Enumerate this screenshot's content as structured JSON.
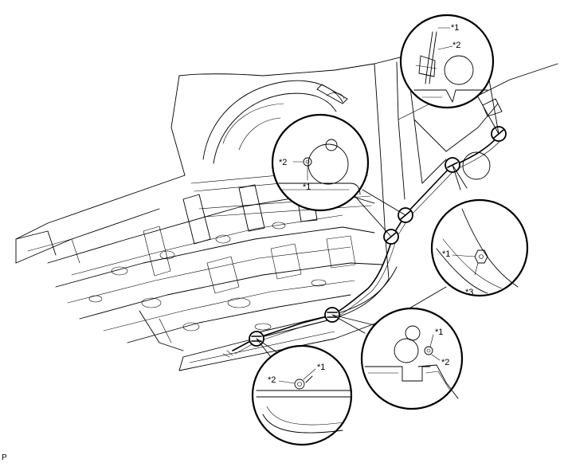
{
  "figure_code": "P",
  "detail_views": [
    {
      "id": "top-right",
      "callouts": [
        "*1",
        "*2"
      ]
    },
    {
      "id": "upper-middle",
      "callouts": [
        "*2",
        "*1"
      ]
    },
    {
      "id": "right",
      "callouts": [
        "*1",
        "*3"
      ]
    },
    {
      "id": "bottom-right",
      "callouts": [
        "*1",
        "*2"
      ]
    },
    {
      "id": "bottom-left",
      "callouts": [
        "*2",
        "*1"
      ]
    }
  ]
}
